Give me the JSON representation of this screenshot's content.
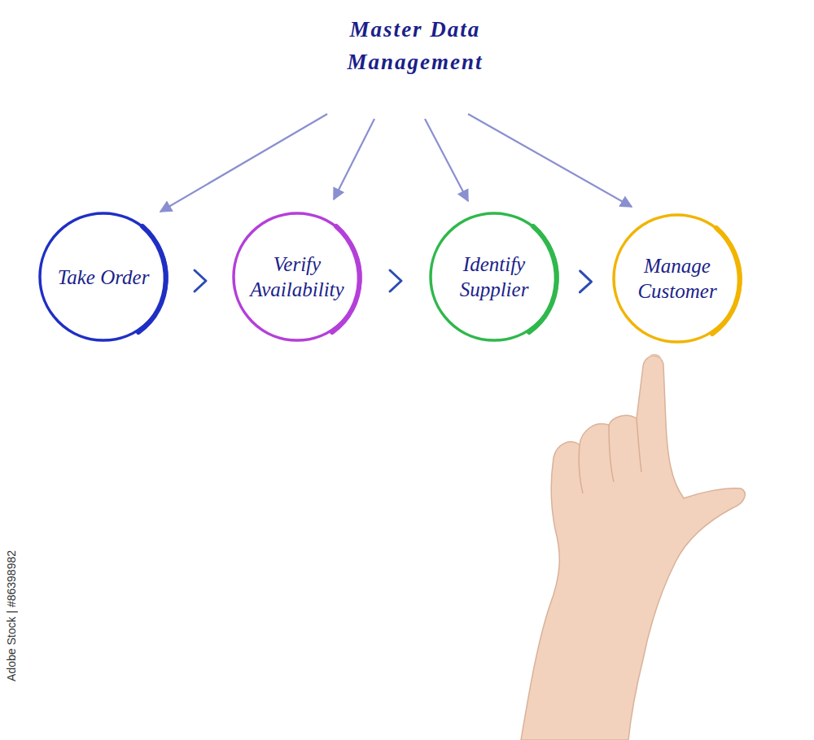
{
  "diagram": {
    "title": "Master Data Management",
    "nodes": [
      {
        "text": [
          "Take Order"
        ]
      },
      {
        "text": [
          "Verify Availability"
        ]
      },
      {
        "text": [
          "Identify Supplier"
        ]
      },
      {
        "text": [
          "Manage Customer"
        ]
      }
    ],
    "edges": [
      {
        "from": 0,
        "to": 1,
        "arrow": "to"
      },
      {
        "from": 1,
        "to": 2,
        "arrow": "to"
      },
      {
        "from": 2,
        "to": 3,
        "arrow": "to"
      }
    ],
    "labels": [
      "Adobe Stock | #86398982"
    ]
  }
}
